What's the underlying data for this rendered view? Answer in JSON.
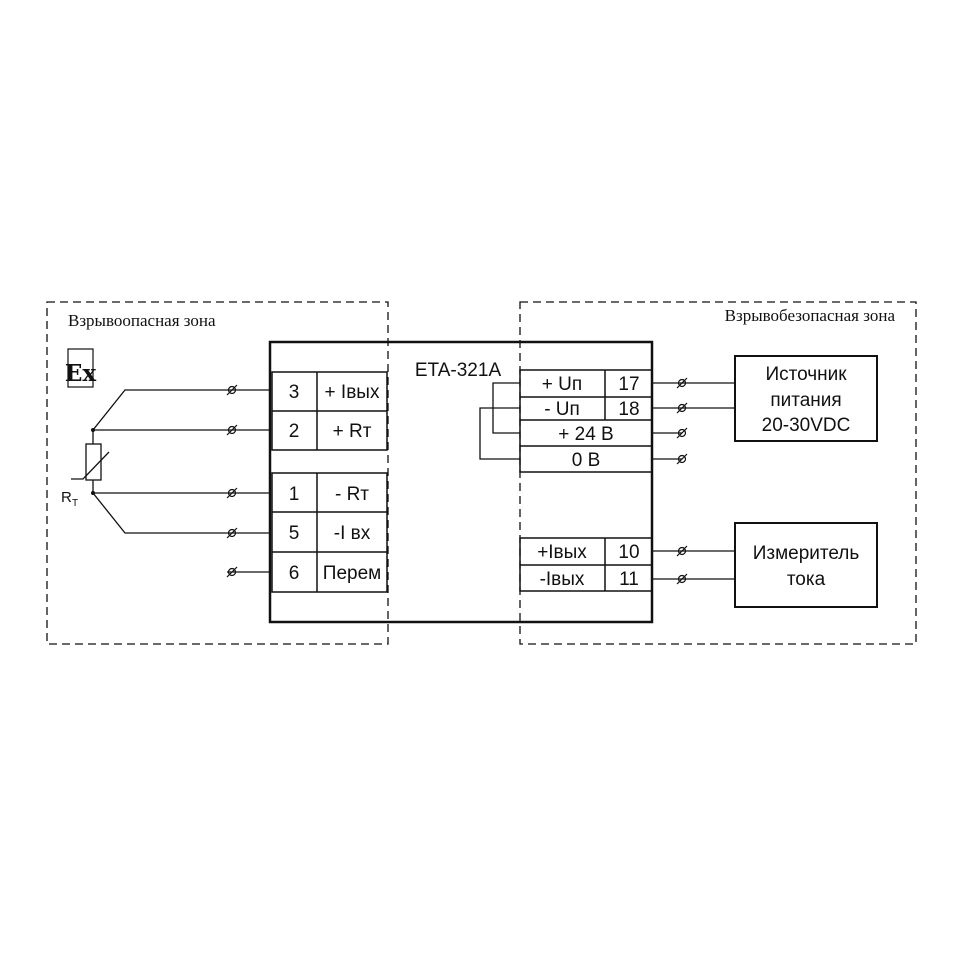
{
  "zones": {
    "hazardous": "Взрывоопасная зона",
    "safe": "Взрывобезопасная зона"
  },
  "ex_mark": "Ex",
  "device": {
    "name": "ETA-321A"
  },
  "sensor_label": {
    "main": "R",
    "sub": "T"
  },
  "left_terminals": [
    {
      "num": "3",
      "label": "+ Iвых"
    },
    {
      "num": "2",
      "label": "+ Rт"
    },
    {
      "num": "1",
      "label": "- Rт"
    },
    {
      "num": "5",
      "label": "-I вх"
    },
    {
      "num": "6",
      "label": "Перем"
    }
  ],
  "right_terminals": [
    {
      "label": "+ Uп",
      "num": "17"
    },
    {
      "label": "- Uп",
      "num": "18"
    },
    {
      "label": "+ 24 В"
    },
    {
      "label": "0 В"
    },
    {
      "label": "+Iвых",
      "num": "10"
    },
    {
      "label": "-Iвых",
      "num": "11"
    }
  ],
  "power_supply": {
    "line1": "Источник",
    "line2": "питания",
    "line3": "20-30VDC"
  },
  "meter": {
    "line1": "Измеритель",
    "line2": "тока"
  }
}
